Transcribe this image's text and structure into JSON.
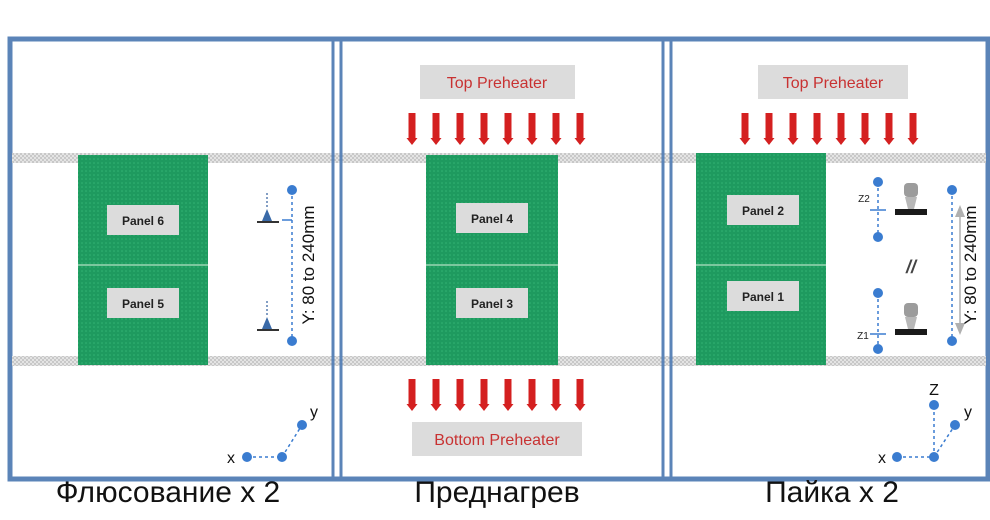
{
  "sections": [
    {
      "caption": "Флюсование x 2",
      "panels": [
        "Panel 6",
        "Panel 5"
      ],
      "dimension": "Y: 80 to 240mm",
      "axes": {
        "x": "x",
        "y": "y"
      }
    },
    {
      "caption": "Преднагрев",
      "panels": [
        "Panel 4",
        "Panel 3"
      ],
      "top_heater": "Top Preheater",
      "bottom_heater": "Bottom Preheater"
    },
    {
      "caption": "Пайка x 2",
      "panels": [
        "Panel 2",
        "Panel 1"
      ],
      "top_heater": "Top Preheater",
      "dimension": "Y: 80 to 240mm",
      "z_labels": [
        "Z2",
        "Z1"
      ],
      "parallel_mark": "//",
      "axes": {
        "x": "x",
        "y": "y",
        "z": "Z"
      }
    }
  ],
  "colors": {
    "frame": "#5b84b8",
    "board": "#1e9a5f",
    "heater_arrow": "#d42020",
    "heater_label_text": "#c83232",
    "label_box": "#dcdcdc",
    "rail": "#c8c8c8",
    "node": "#3a7cd0"
  }
}
